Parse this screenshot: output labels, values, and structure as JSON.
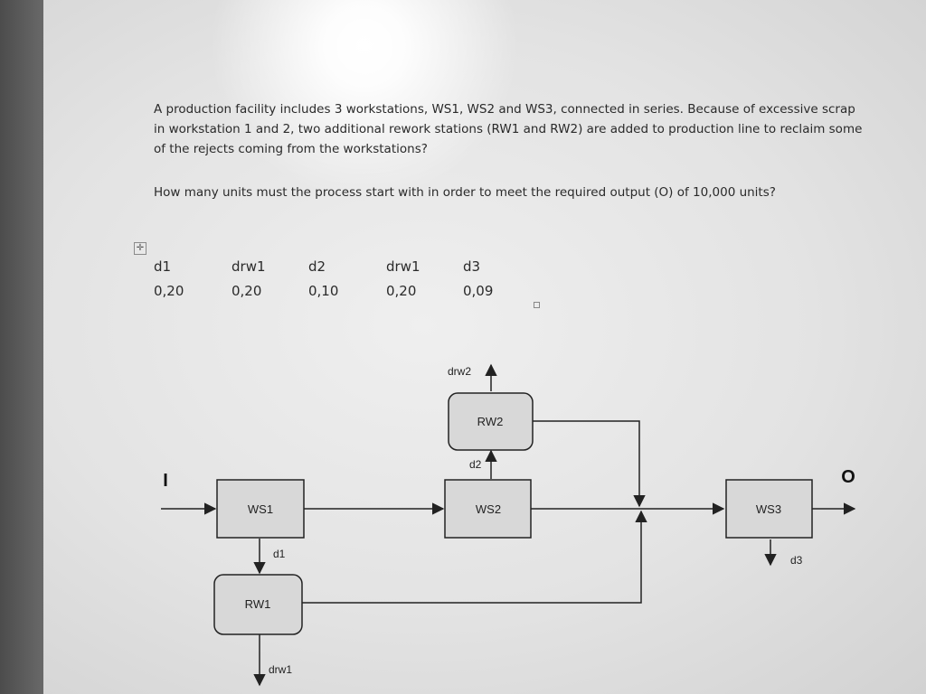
{
  "problem": {
    "paragraph1": "A production facility includes 3 workstations, WS1, WS2 and WS3, connected in series. Because of excessive scrap in workstation 1 and 2, two additional rework stations (RW1 and RW2) are added to production line to reclaim some of the rejects coming from the workstations?",
    "paragraph2": "How many units must the process start with in order to meet the required output (O) of 10,000 units?"
  },
  "parameters": [
    {
      "name": "d1",
      "value": "0,20"
    },
    {
      "name": "drw1",
      "value": "0,20"
    },
    {
      "name": "d2",
      "value": "0,10"
    },
    {
      "name": "drw1",
      "value": "0,20"
    },
    {
      "name": "d3",
      "value": "0,09"
    }
  ],
  "diagram": {
    "nodes": {
      "ws1": "WS1",
      "ws2": "WS2",
      "ws3": "WS3",
      "rw1": "RW1",
      "rw2": "RW2"
    },
    "flows": {
      "input": "I",
      "output": "O",
      "d1": "d1",
      "d2": "d2",
      "d3": "d3",
      "drw1": "drw1",
      "drw2": "drw2"
    }
  }
}
